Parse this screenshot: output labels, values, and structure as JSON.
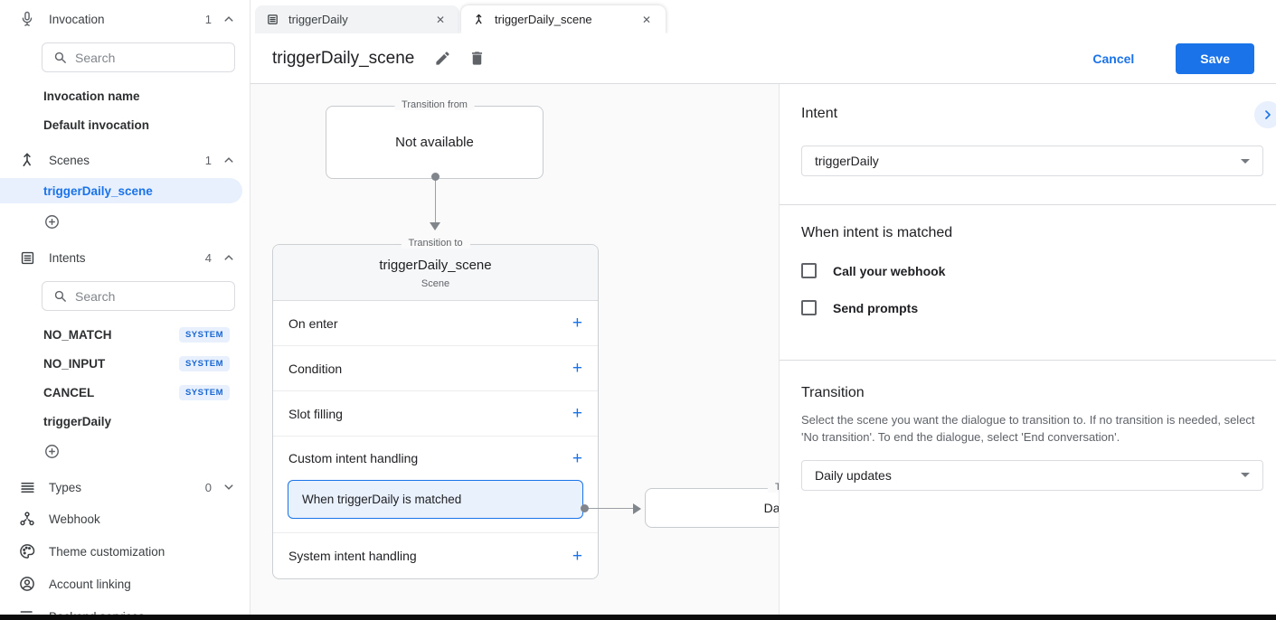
{
  "colors": {
    "accent": "#1a73e8",
    "badge_bg": "#e8f0fe",
    "badge_text": "#1967d2",
    "canvas_bg": "#fafafa",
    "selected_handler_bg": "#e9f1fd"
  },
  "icons": {
    "close": "✕",
    "add": "+"
  },
  "sidebar": {
    "invocation": {
      "label": "Invocation",
      "count": "1",
      "search_placeholder": "Search",
      "items": [
        "Invocation name",
        "Default invocation"
      ]
    },
    "scenes": {
      "label": "Scenes",
      "count": "1",
      "selected_item": "triggerDaily_scene"
    },
    "intents": {
      "label": "Intents",
      "count": "4",
      "search_placeholder": "Search",
      "items": [
        {
          "name": "NO_MATCH",
          "badge": "SYSTEM"
        },
        {
          "name": "NO_INPUT",
          "badge": "SYSTEM"
        },
        {
          "name": "CANCEL",
          "badge": "SYSTEM"
        },
        {
          "name": "triggerDaily",
          "badge": ""
        }
      ]
    },
    "types": {
      "label": "Types",
      "count": "0"
    },
    "links": [
      "Webhook",
      "Theme customization",
      "Account linking",
      "Backend services"
    ]
  },
  "tabs": [
    {
      "label": "triggerDaily"
    },
    {
      "label": "triggerDaily_scene"
    }
  ],
  "header": {
    "title": "triggerDaily_scene",
    "cancel_label": "Cancel",
    "save_label": "Save"
  },
  "canvas": {
    "transition_from": {
      "legend": "Transition from",
      "text": "Not available"
    },
    "scene_card": {
      "legend": "Transition to",
      "name": "triggerDaily_scene",
      "type": "Scene",
      "rows": [
        "On enter",
        "Condition",
        "Slot filling",
        "Custom intent handling",
        "System intent handling"
      ],
      "selected_handler": "When triggerDaily is matched"
    },
    "target_card": {
      "legend": "Transition to",
      "text": "Daily updates"
    }
  },
  "panel": {
    "intent": {
      "heading": "Intent",
      "value": "triggerDaily"
    },
    "matched": {
      "heading": "When intent is matched",
      "options": [
        {
          "label": "Call your webhook",
          "checked": false
        },
        {
          "label": "Send prompts",
          "checked": false
        }
      ]
    },
    "transition": {
      "heading": "Transition",
      "description": "Select the scene you want the dialogue to transition to. If no transition is needed, select 'No transition'. To end the dialogue, select 'End conversation'.",
      "value": "Daily updates"
    }
  }
}
